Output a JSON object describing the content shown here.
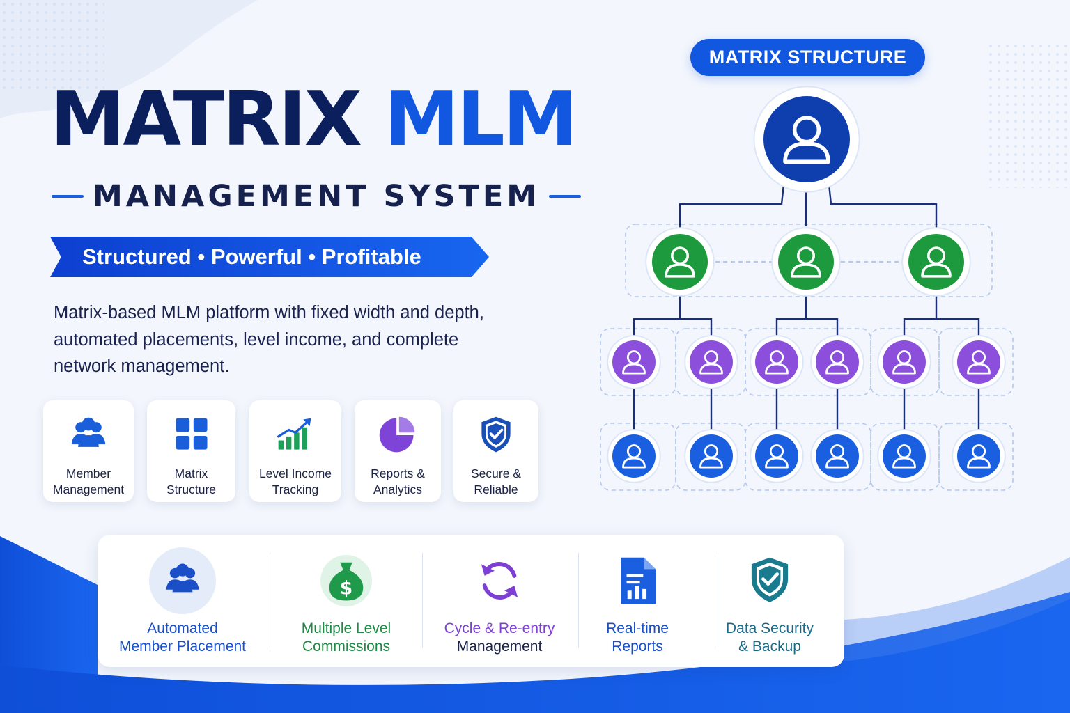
{
  "hero": {
    "title_part1": "MATRIX",
    "title_part2": "MLM",
    "subtitle": "MANAGEMENT SYSTEM",
    "tagline": "Structured • Powerful • Profitable",
    "description": "Matrix-based MLM platform with fixed width and depth, automated placements, level income, and complete network management."
  },
  "feature_cards": [
    {
      "icon": "users-icon",
      "label": "Member\nManagement",
      "color": "#1a5fd9"
    },
    {
      "icon": "grid-icon",
      "label": "Matrix\nStructure",
      "color": "#1a5fd9"
    },
    {
      "icon": "growth-chart-icon",
      "label": "Level Income\nTracking",
      "color": "#1fa05a"
    },
    {
      "icon": "pie-chart-icon",
      "label": "Reports &\nAnalytics",
      "color": "#7e44d8"
    },
    {
      "icon": "shield-check-icon",
      "label": "Secure &\nReliable",
      "color": "#1a4fb8"
    }
  ],
  "bottom_features": [
    {
      "icon": "users-icon",
      "line1": "Automated",
      "line2": "Member Placement",
      "color1": "#1a4fc8",
      "color2": "#1a4fc8"
    },
    {
      "icon": "money-bag-icon",
      "line1": "Multiple Level",
      "line2": "Commissions",
      "color1": "#1f8a44",
      "color2": "#1f8a44"
    },
    {
      "icon": "cycle-arrows-icon",
      "line1": "Cycle & Re-entry",
      "line2": "Management",
      "color1": "#7e3fd4",
      "color2": "#1b2246"
    },
    {
      "icon": "report-document-icon",
      "line1": "Real-time",
      "line2": "Reports",
      "color1": "#1a4fc8",
      "color2": "#1a4fc8"
    },
    {
      "icon": "shield-check-icon",
      "line1": "Data Security",
      "line2": "& Backup",
      "color1": "#1a6a88",
      "color2": "#1a6a88"
    }
  ],
  "matrix": {
    "badge": "MATRIX STRUCTURE",
    "width": 3,
    "depth": 3,
    "level_colors": [
      "#0f3fae",
      "#1e9a3e",
      "#8b4fdc",
      "#1a5fe0"
    ]
  },
  "colors": {
    "navy": "#0b1f5c",
    "accent": "#1257e0",
    "background": "#f3f6fc"
  }
}
